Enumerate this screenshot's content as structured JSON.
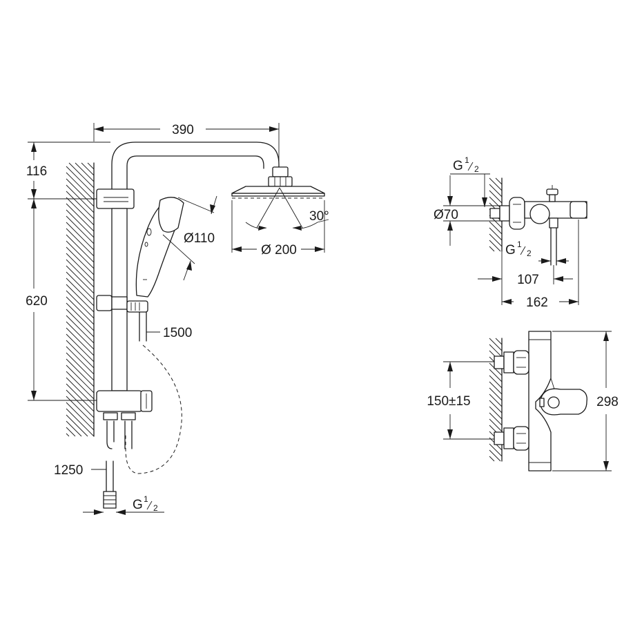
{
  "shower_system": {
    "width_label": "390",
    "height_top_label": "116",
    "height_rail_label": "620",
    "hand_shower_label": "Ø110",
    "head_shower_label": "Ø 200",
    "angle_label": "30°",
    "hose_label": "1500",
    "hose_bottom_label": "1250",
    "thread_label": {
      "base": "G",
      "num": "1",
      "den": "2"
    }
  },
  "mixer_side": {
    "thread_top": {
      "base": "G",
      "num": "1",
      "den": "2"
    },
    "diameter_label": "Ø70",
    "thread_bottom": {
      "base": "G",
      "num": "1",
      "den": "2"
    },
    "depth_label": "107",
    "total_depth_label": "162"
  },
  "mixer_front": {
    "spacing_label": "150±15",
    "height_label": "298"
  }
}
